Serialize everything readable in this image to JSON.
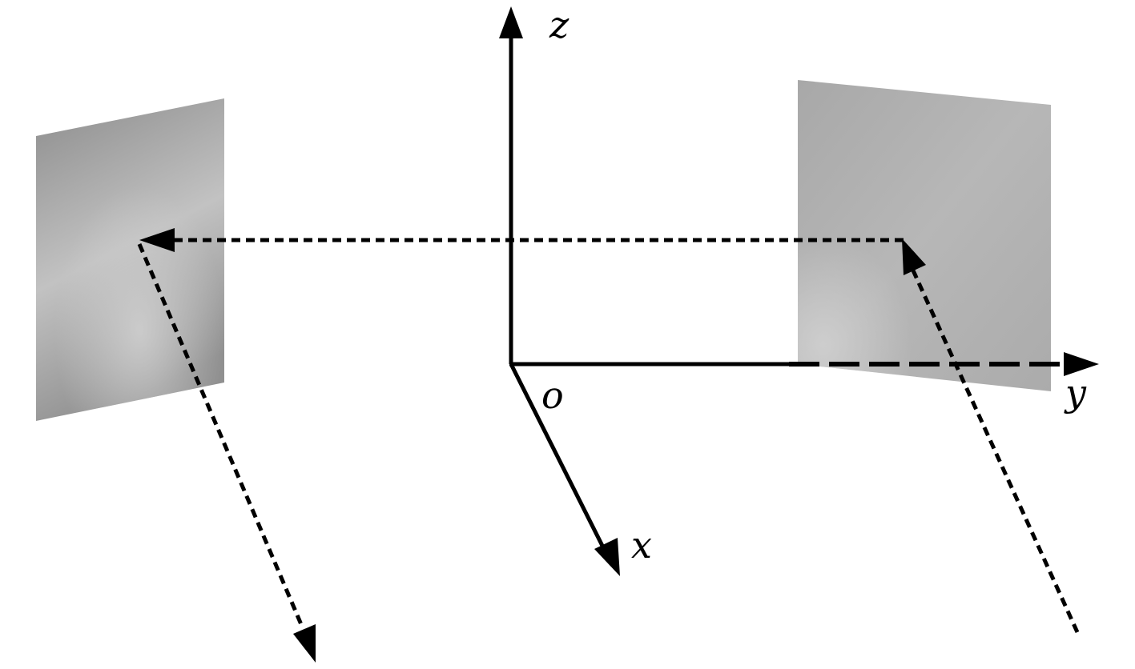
{
  "colors": {
    "axis": "#000000",
    "ray": "#000000",
    "mirror_left_dark": "#8f8f8f",
    "mirror_left_light": "#c4c4c4",
    "mirror_right_dark": "#a9a9a9",
    "mirror_right_light": "#bdbdbd",
    "background": "#ffffff"
  },
  "labels": {
    "z": "z",
    "y": "y",
    "x": "x",
    "origin": "o"
  }
}
